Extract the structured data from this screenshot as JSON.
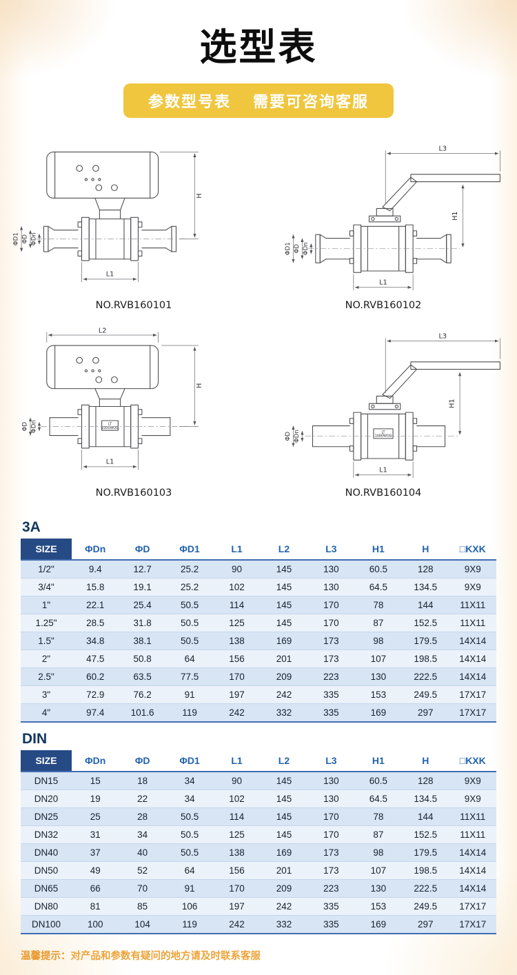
{
  "page": {
    "title": "选型表",
    "banner": "参数型号表　 需要可咨询客服",
    "note_prefix": "温馨提示：",
    "note_text": "对产品和参数有疑问的地方请及时联系客服"
  },
  "dim_labels": {
    "H": "H",
    "H1": "H1",
    "L1": "L1",
    "L2": "L2",
    "L3": "L3",
    "D": "ΦD",
    "D1": "ΦD1",
    "Dn": "ΦDn"
  },
  "valve_mark": {
    "line1": "LT",
    "line2": "1000WOG"
  },
  "drawings": [
    {
      "no": "NO.RVB160101"
    },
    {
      "no": "NO.RVB160102"
    },
    {
      "no": "NO.RVB160103"
    },
    {
      "no": "NO.RVB160104"
    }
  ],
  "tables": [
    {
      "title": "3A",
      "headers": [
        "SIZE",
        "ΦDn",
        "ΦD",
        "ΦD1",
        "L1",
        "L2",
        "L3",
        "H1",
        "H",
        "□KXK"
      ],
      "rows": [
        [
          "1/2\"",
          "9.4",
          "12.7",
          "25.2",
          "90",
          "145",
          "130",
          "60.5",
          "128",
          "9X9"
        ],
        [
          "3/4\"",
          "15.8",
          "19.1",
          "25.2",
          "102",
          "145",
          "130",
          "64.5",
          "134.5",
          "9X9"
        ],
        [
          "1\"",
          "22.1",
          "25.4",
          "50.5",
          "114",
          "145",
          "170",
          "78",
          "144",
          "11X11"
        ],
        [
          "1.25\"",
          "28.5",
          "31.8",
          "50.5",
          "125",
          "145",
          "170",
          "87",
          "152.5",
          "11X11"
        ],
        [
          "1.5\"",
          "34.8",
          "38.1",
          "50.5",
          "138",
          "169",
          "173",
          "98",
          "179.5",
          "14X14"
        ],
        [
          "2\"",
          "47.5",
          "50.8",
          "64",
          "156",
          "201",
          "173",
          "107",
          "198.5",
          "14X14"
        ],
        [
          "2.5\"",
          "60.2",
          "63.5",
          "77.5",
          "170",
          "209",
          "223",
          "130",
          "222.5",
          "14X14"
        ],
        [
          "3\"",
          "72.9",
          "76.2",
          "91",
          "197",
          "242",
          "335",
          "153",
          "249.5",
          "17X17"
        ],
        [
          "4\"",
          "97.4",
          "101.6",
          "119",
          "242",
          "332",
          "335",
          "169",
          "297",
          "17X17"
        ]
      ]
    },
    {
      "title": "DIN",
      "headers": [
        "SIZE",
        "ΦDn",
        "ΦD",
        "ΦD1",
        "L1",
        "L2",
        "L3",
        "H1",
        "H",
        "□KXK"
      ],
      "rows": [
        [
          "DN15",
          "15",
          "18",
          "34",
          "90",
          "145",
          "130",
          "60.5",
          "128",
          "9X9"
        ],
        [
          "DN20",
          "19",
          "22",
          "34",
          "102",
          "145",
          "130",
          "64.5",
          "134.5",
          "9X9"
        ],
        [
          "DN25",
          "25",
          "28",
          "50.5",
          "114",
          "145",
          "170",
          "78",
          "144",
          "11X11"
        ],
        [
          "DN32",
          "31",
          "34",
          "50.5",
          "125",
          "145",
          "170",
          "87",
          "152.5",
          "11X11"
        ],
        [
          "DN40",
          "37",
          "40",
          "50.5",
          "138",
          "169",
          "173",
          "98",
          "179.5",
          "14X14"
        ],
        [
          "DN50",
          "49",
          "52",
          "64",
          "156",
          "201",
          "173",
          "107",
          "198.5",
          "14X14"
        ],
        [
          "DN65",
          "66",
          "70",
          "91",
          "170",
          "209",
          "223",
          "130",
          "222.5",
          "14X14"
        ],
        [
          "DN80",
          "81",
          "85",
          "106",
          "197",
          "242",
          "335",
          "153",
          "249.5",
          "17X17"
        ],
        [
          "DN100",
          "100",
          "104",
          "119",
          "242",
          "332",
          "335",
          "169",
          "297",
          "17X17"
        ]
      ]
    }
  ]
}
